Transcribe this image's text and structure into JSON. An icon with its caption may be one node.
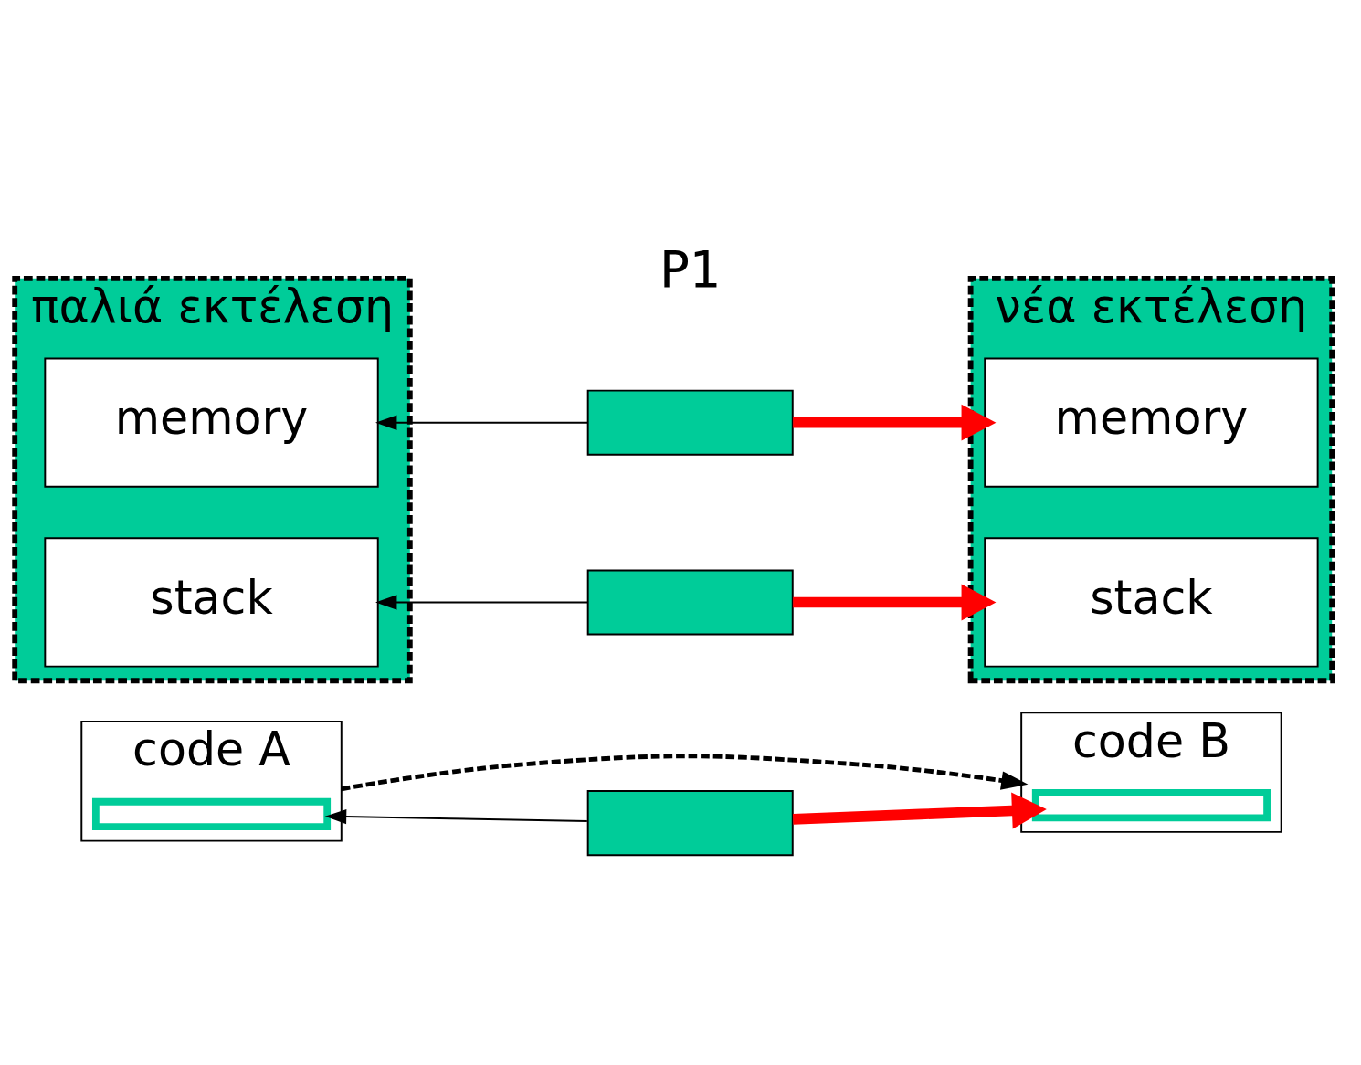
{
  "diagram": {
    "nodes": [
      {
        "text": [
          "παλιά εκτέλεση"
        ]
      },
      {
        "text": [
          "memory"
        ],
        "in": 0
      },
      {
        "text": [
          "stack"
        ],
        "in": 0
      },
      {
        "text": [
          "νέα εκτέλεση"
        ]
      },
      {
        "text": [
          "memory"
        ],
        "in": 3
      },
      {
        "text": [
          "stack"
        ],
        "in": 3
      },
      {
        "text": [],
        "shape": "box"
      },
      {
        "text": [],
        "shape": "box"
      },
      {
        "text": [],
        "shape": "box"
      },
      {
        "text": [
          "code A"
        ]
      },
      {
        "text": [],
        "shape": "bar",
        "in": 9
      },
      {
        "text": [
          "code B"
        ]
      },
      {
        "text": [],
        "shape": "bar",
        "in": 11
      }
    ],
    "edges": [
      {
        "from": 6,
        "to": 1,
        "arrow": "to"
      },
      {
        "from": 7,
        "to": 2,
        "arrow": "to"
      },
      {
        "from": 8,
        "to": 10,
        "arrow": "to"
      },
      {
        "from": 6,
        "to": 4,
        "arrow": "to",
        "style": "thick",
        "color": "#ff0000"
      },
      {
        "from": 7,
        "to": 5,
        "arrow": "to",
        "style": "thick",
        "color": "#ff0000"
      },
      {
        "from": 8,
        "to": 12,
        "arrow": "to",
        "style": "thick",
        "color": "#ff0000"
      },
      {
        "from": 9,
        "to": 11,
        "arrow": "to",
        "style": "dashed"
      }
    ],
    "labels": [
      "P1"
    ]
  }
}
